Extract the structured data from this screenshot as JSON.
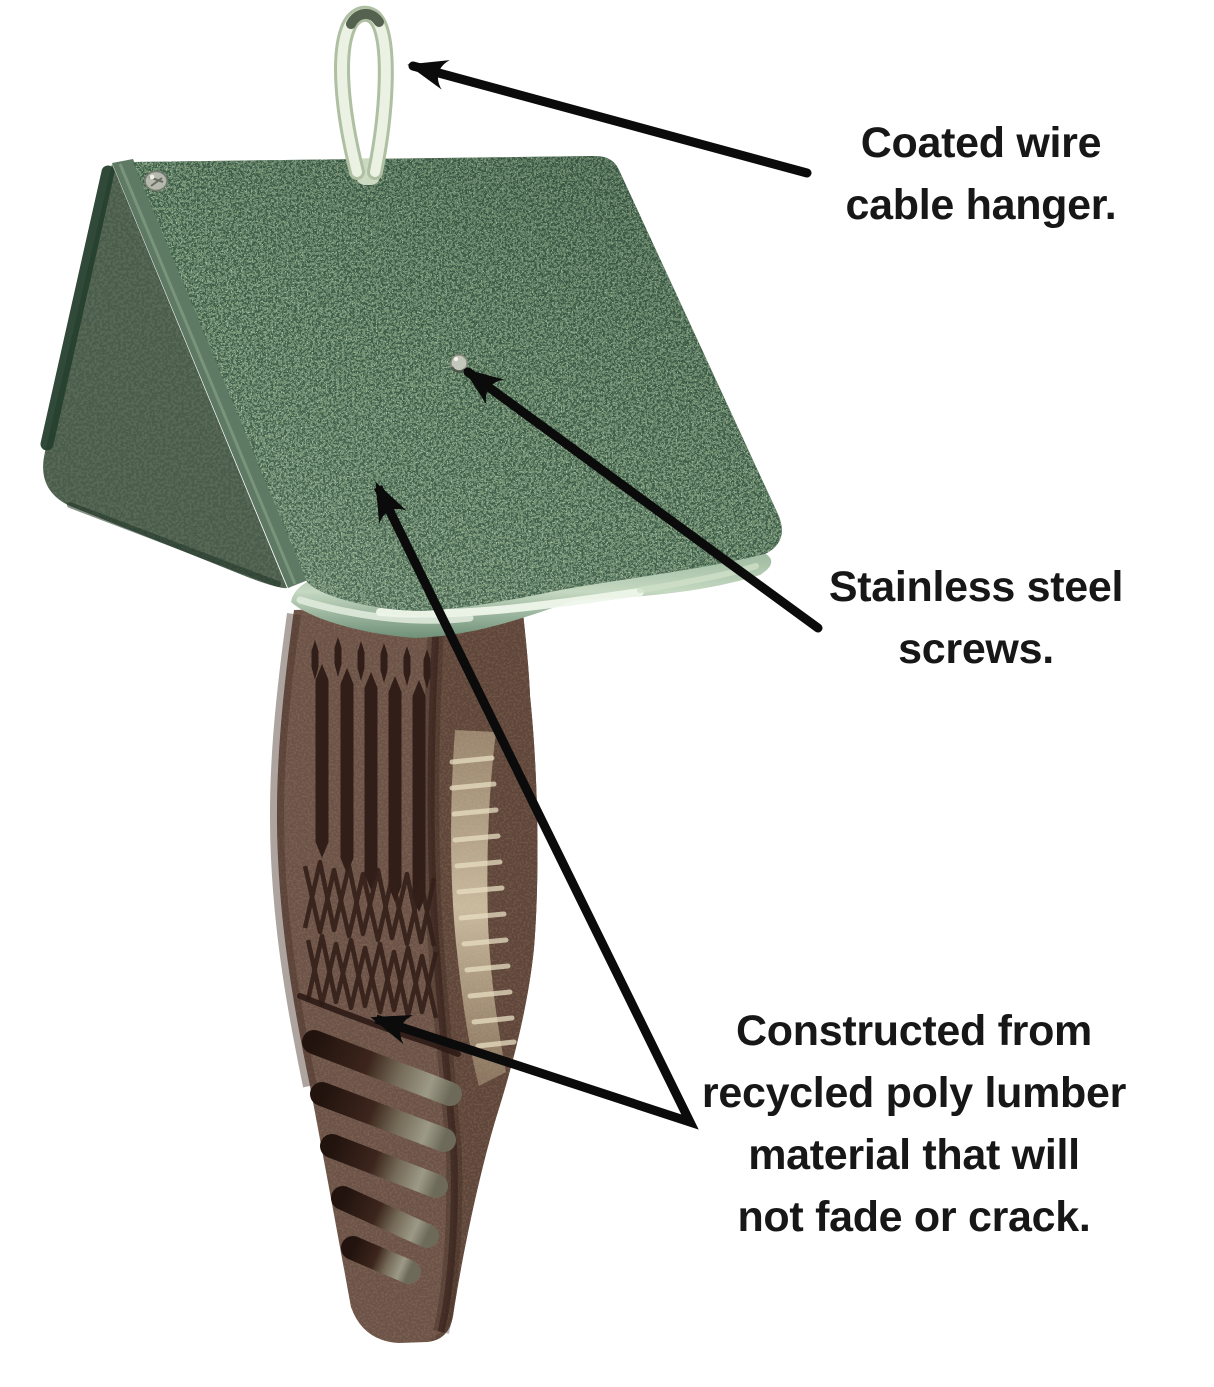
{
  "figure": {
    "kind": "annotated product photo of a hanging suet bird feeder",
    "colors": {
      "background": "#ffffff",
      "annotation_text": "#171717",
      "annotation_arrow": "#0b0b0b",
      "roof_green_base": "#40604b",
      "roof_green_speckle": "#7f9d7b",
      "roof_edge_highlight": "#eef5ea",
      "gable_green": "#4a5c4c",
      "body_brown_base": "#6c5348",
      "body_slot_dark": "#2e1c16",
      "body_side_brown": "#5d453a",
      "body_routed_highlight": "#e8dec2",
      "hanger_cable": "#ebf1e3",
      "screw_silver": "#c1c4b8"
    }
  },
  "annotations": [
    {
      "id": "hanger",
      "lines": [
        "Coated wire",
        "cable hanger."
      ]
    },
    {
      "id": "screws",
      "lines": [
        "Stainless steel",
        "screws."
      ]
    },
    {
      "id": "material",
      "lines": [
        "Constructed from",
        "recycled poly lumber",
        "material that will",
        "not fade or crack."
      ]
    }
  ]
}
